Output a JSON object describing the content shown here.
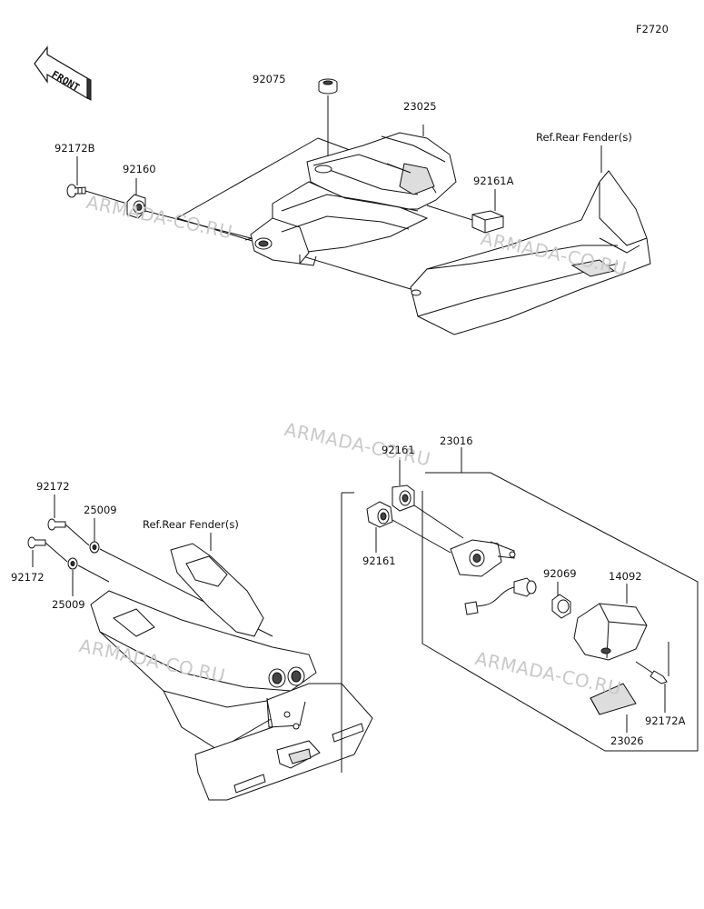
{
  "figure_id": "F2720",
  "front_label": "FRONT",
  "watermark": "ARMADA-CO.RU",
  "labels": {
    "p92075": "92075",
    "p23025": "23025",
    "p92172B": "92172B",
    "p92160": "92160",
    "p92161A": "92161A",
    "ref_fender_top": "Ref.Rear Fender(s)",
    "p23016": "23016",
    "p92161_top": "92161",
    "p92161_bottom": "92161",
    "p92172_top": "92172",
    "p92172_bottom": "92172",
    "p25009_top": "25009",
    "p25009_bottom": "25009",
    "ref_fender_bottom": "Ref.Rear Fender(s)",
    "p92069": "92069",
    "p14092": "14092",
    "p92172A": "92172A",
    "p23026": "23026"
  },
  "colors": {
    "line": "#111111",
    "part_fill": "#ffffff",
    "shade": "#d8d8d8",
    "watermark": "#c9c9c9"
  }
}
